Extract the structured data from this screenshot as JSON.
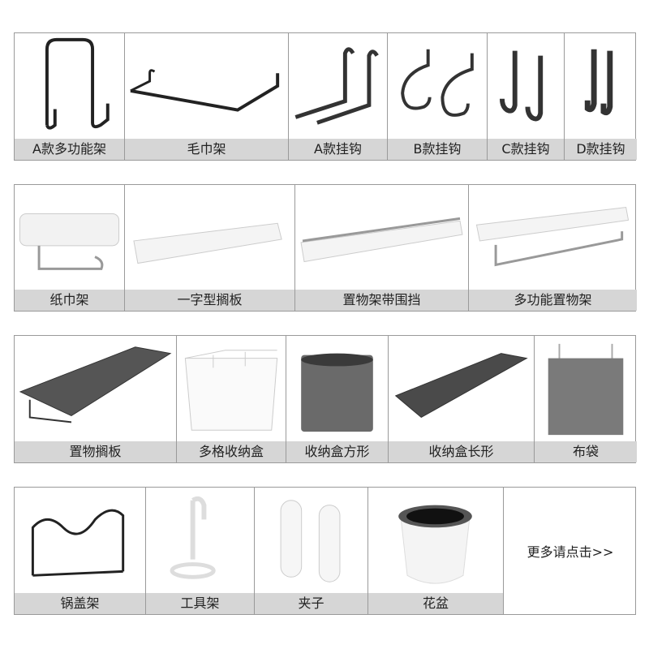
{
  "rows": [
    {
      "items": [
        {
          "label": "A款多功能架",
          "icon": "multi-hook-rack"
        },
        {
          "label": "毛巾架",
          "icon": "towel-bar"
        },
        {
          "label": "A款挂钩",
          "icon": "hook-a"
        },
        {
          "label": "B款挂钩",
          "icon": "hook-b"
        },
        {
          "label": "C款挂钩",
          "icon": "hook-c"
        },
        {
          "label": "D款挂钩",
          "icon": "hook-d"
        }
      ]
    },
    {
      "items": [
        {
          "label": "纸巾架",
          "icon": "tissue-holder"
        },
        {
          "label": "一字型搁板",
          "icon": "flat-shelf"
        },
        {
          "label": "置物架带围挡",
          "icon": "shelf-with-rail"
        },
        {
          "label": "多功能置物架",
          "icon": "shelf-with-towel-bar"
        }
      ]
    },
    {
      "items": [
        {
          "label": "置物搁板",
          "icon": "dark-shelf"
        },
        {
          "label": "多格收纳盒",
          "icon": "multi-compartment-box"
        },
        {
          "label": "收纳盒方形",
          "icon": "square-box"
        },
        {
          "label": "收纳盒长形",
          "icon": "long-tray"
        },
        {
          "label": "布袋",
          "icon": "cloth-bag"
        }
      ]
    },
    {
      "items": [
        {
          "label": "锅盖架",
          "icon": "pot-lid-rack"
        },
        {
          "label": "工具架",
          "icon": "tool-holder"
        },
        {
          "label": "夹子",
          "icon": "clips"
        },
        {
          "label": "花盆",
          "icon": "flower-pot"
        }
      ],
      "more_label": "更多请点击>>"
    }
  ]
}
